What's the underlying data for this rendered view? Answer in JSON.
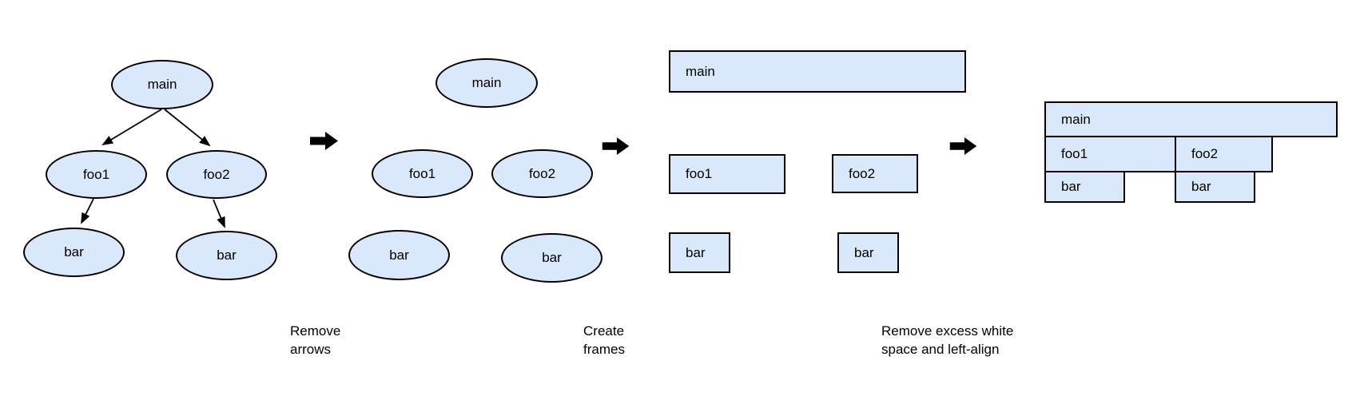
{
  "colors": {
    "background": "#ffffff",
    "node_fill": "#dae8fc",
    "node_stroke": "#000000",
    "arrow": "#000000",
    "text": "#000000"
  },
  "panels": {
    "tree": {
      "main": "main",
      "foo1": "foo1",
      "foo2": "foo2",
      "bar_left": "bar",
      "bar_right": "bar",
      "edges": [
        "main-foo1",
        "main-foo2",
        "foo1-bar",
        "foo2-bar"
      ]
    },
    "ellipses": {
      "main": "main",
      "foo1": "foo1",
      "foo2": "foo2",
      "bar_left": "bar",
      "bar_right": "bar"
    },
    "frames": {
      "main": "main",
      "foo1": "foo1",
      "foo2": "foo2",
      "bar_left": "bar",
      "bar_right": "bar"
    },
    "flame": {
      "main": "main",
      "foo1": "foo1",
      "foo2": "foo2",
      "bar_left": "bar",
      "bar_right": "bar"
    }
  },
  "captions": {
    "step1": {
      "line1": "Remove",
      "line2": "arrows"
    },
    "step2": {
      "line1": "Create",
      "line2": "frames"
    },
    "step3": {
      "line1": "Remove excess white",
      "line2": "space and left-align"
    }
  }
}
